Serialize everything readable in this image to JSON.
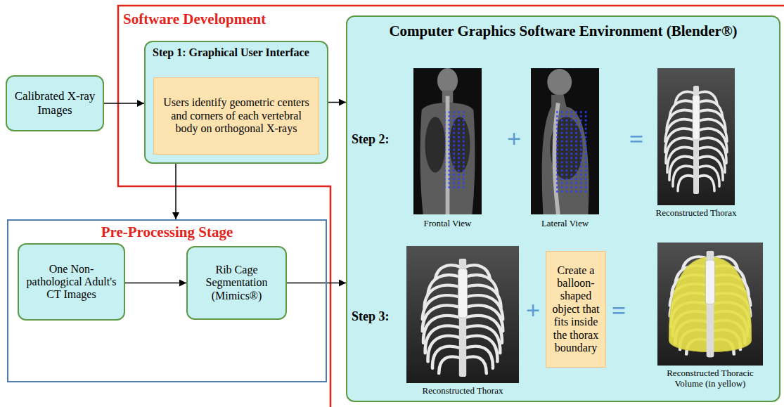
{
  "diagram": {
    "nodes": [
      {
        "text": [
          "Calibrated X-ray Images"
        ]
      },
      {
        "text": [
          "Step 1: Graphical User Interface"
        ]
      },
      {
        "text": [
          "Users identify geometric centers and corners of each vertebral body on orthogonal X-rays"
        ],
        "in": 1
      },
      {
        "text": [
          "Computer Graphics Software Environment (Blender®)"
        ]
      },
      {
        "text": [
          "Create a balloon-shaped object that fits inside the thorax boundary"
        ],
        "in": 3
      },
      {
        "text": [
          "Pre-Processing Stage"
        ]
      },
      {
        "text": [
          "One Non-pathological Adult's CT Images"
        ],
        "in": 5
      },
      {
        "text": [
          "Rib Cage Segmentation (Mimics®)"
        ],
        "in": 5
      }
    ],
    "edges": [
      {
        "from": 0,
        "to": 1,
        "arrow": "to"
      },
      {
        "from": 1,
        "to": 3,
        "arrow": "to"
      },
      {
        "from": 1,
        "to": 5,
        "arrow": "to"
      },
      {
        "from": 6,
        "to": 7,
        "arrow": "to"
      },
      {
        "from": 7,
        "to": 3,
        "arrow": "to"
      }
    ],
    "labels": [
      "Software Development",
      "Step 2:",
      "+",
      "=",
      "Frontal View",
      "Lateral View",
      "Reconstructed Thorax",
      "Step 3:",
      "Reconstructed Thorax",
      "+",
      "=",
      "Reconstructed Thoracic Volume (in yellow)"
    ]
  }
}
